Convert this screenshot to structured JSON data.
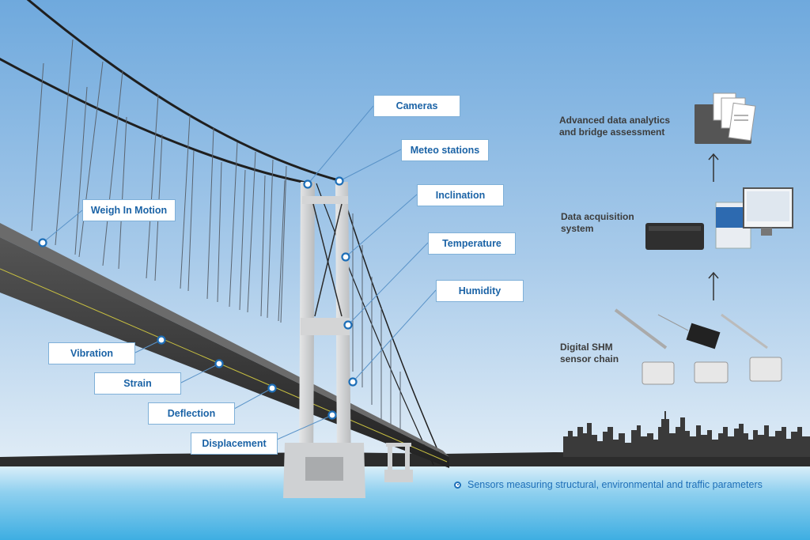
{
  "sensor_labels": {
    "cameras": "Cameras",
    "meteo_stations": "Meteo stations",
    "inclination": "Inclination",
    "temperature": "Temperature",
    "humidity": "Humidity",
    "weigh_in_motion": "Weigh In Motion",
    "vibration": "Vibration",
    "strain": "Strain",
    "deflection": "Deflection",
    "displacement": "Displacement"
  },
  "system_chain": {
    "analytics": "Advanced data analytics\nand bridge assessment",
    "acquisition": "Data acquisition\nsystem",
    "sensor_chain": "Digital SHM\nsensor chain"
  },
  "legend": {
    "text": "Sensors measuring structural, environmental and traffic parameters"
  },
  "colors": {
    "sky_top": "#6fa9dd",
    "sky_bottom": "#dbe9f4",
    "water": "#4db3e3",
    "deck": "#3a3a3a",
    "tower": "#cfd1d3",
    "label_text": "#1b63a6",
    "sensor_marker": "#1e6fb8"
  }
}
